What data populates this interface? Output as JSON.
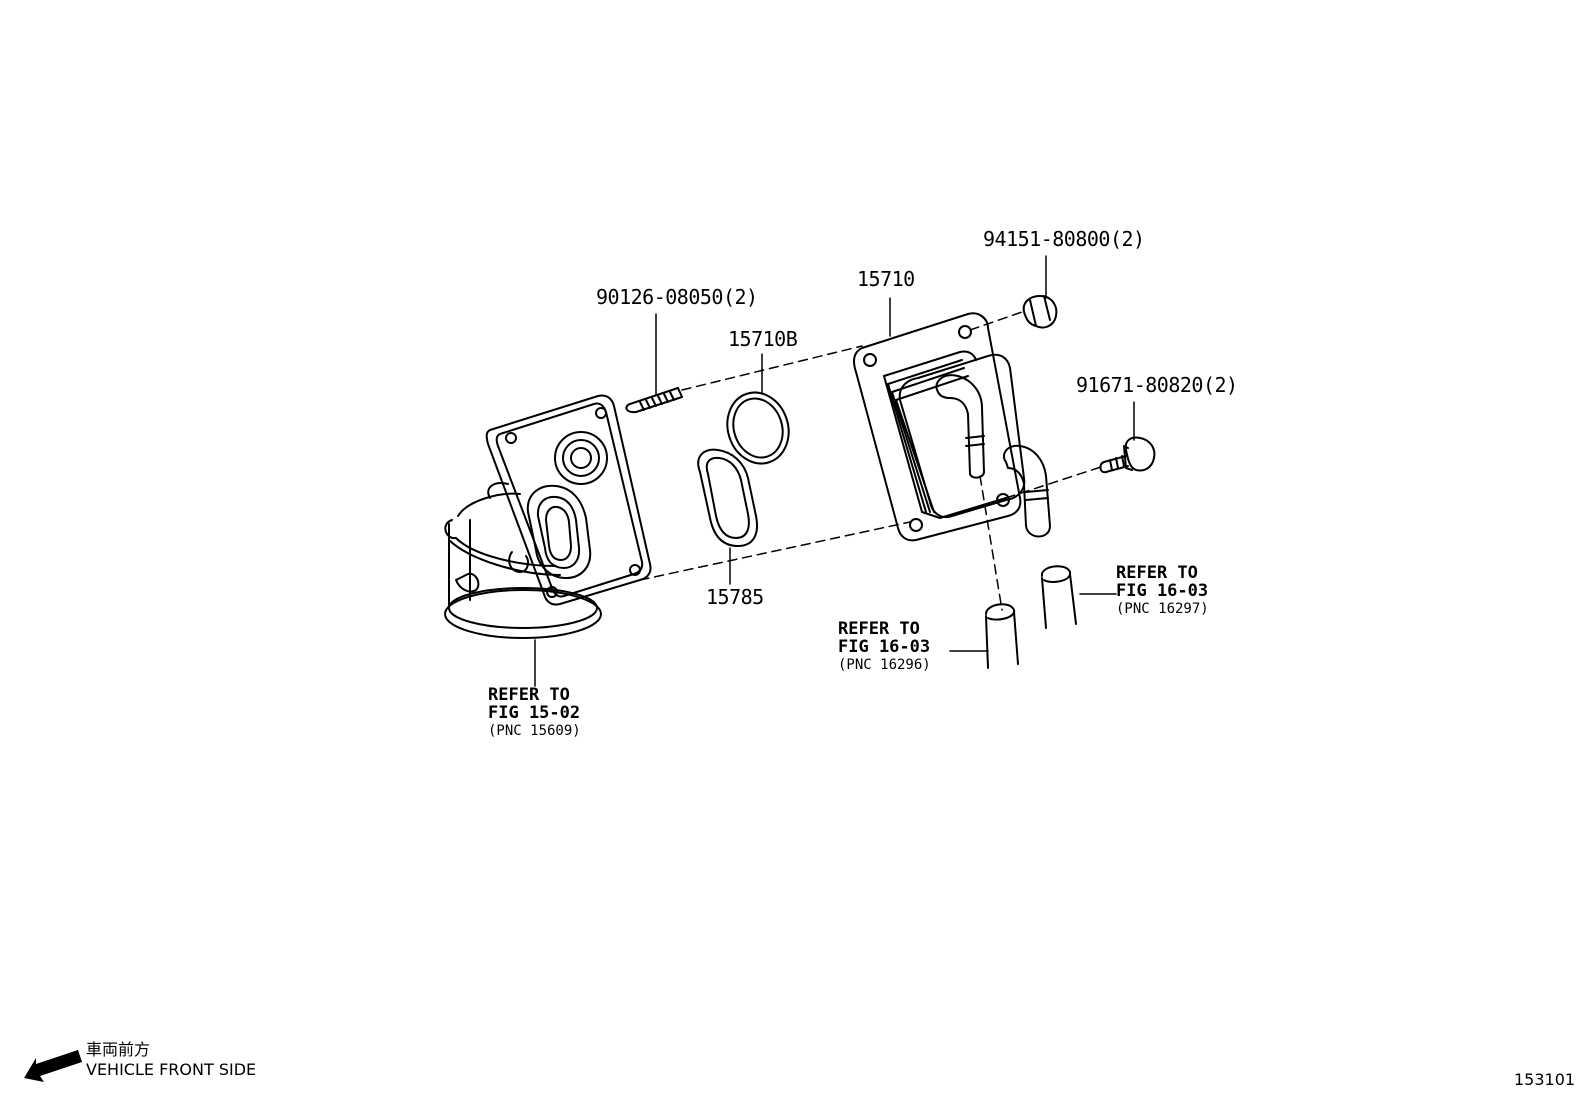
{
  "part_labels": {
    "stud": "90126-08050(2)",
    "oring_b": "15710B",
    "oil_cooler": "15710",
    "nut": "94151-80800(2)",
    "bolt": "91671-80820(2)",
    "gasket": "15785"
  },
  "references": {
    "fig_15_02": {
      "line1": "REFER TO",
      "line2": "FIG 15-02",
      "line3": "(PNC 15609)"
    },
    "fig_16_03_a": {
      "line1": "REFER TO",
      "line2": "FIG 16-03",
      "line3": "(PNC 16296)"
    },
    "fig_16_03_b": {
      "line1": "REFER TO",
      "line2": "FIG 16-03",
      "line3": "(PNC 16297)"
    }
  },
  "front_indicator": {
    "japanese": "車両前方",
    "english": "VEHICLE FRONT SIDE"
  },
  "figure_number": "153101"
}
